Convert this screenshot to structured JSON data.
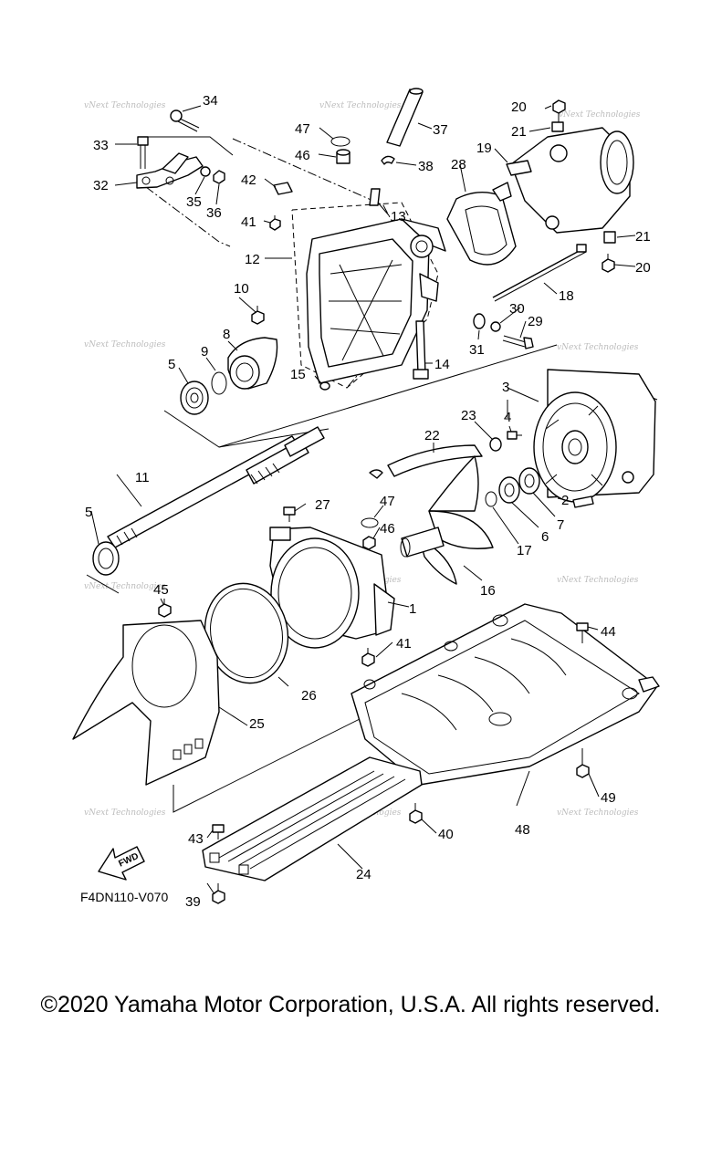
{
  "diagram": {
    "drawing_code": "F4DN110-V070",
    "fwd_label": "FWD",
    "watermark": "vNext Technologies",
    "callouts": [
      "1",
      "2",
      "3",
      "4",
      "5",
      "5",
      "6",
      "7",
      "8",
      "9",
      "10",
      "11",
      "12",
      "13",
      "14",
      "15",
      "16",
      "17",
      "18",
      "19",
      "20",
      "20",
      "21",
      "21",
      "22",
      "23",
      "24",
      "25",
      "26",
      "27",
      "28",
      "29",
      "30",
      "31",
      "32",
      "33",
      "34",
      "35",
      "36",
      "37",
      "38",
      "39",
      "40",
      "41",
      "41",
      "42",
      "43",
      "44",
      "45",
      "46",
      "46",
      "47",
      "47",
      "48",
      "49"
    ]
  },
  "footer": {
    "copyright": "©2020 Yamaha Motor Corporation, U.S.A. All rights reserved."
  }
}
